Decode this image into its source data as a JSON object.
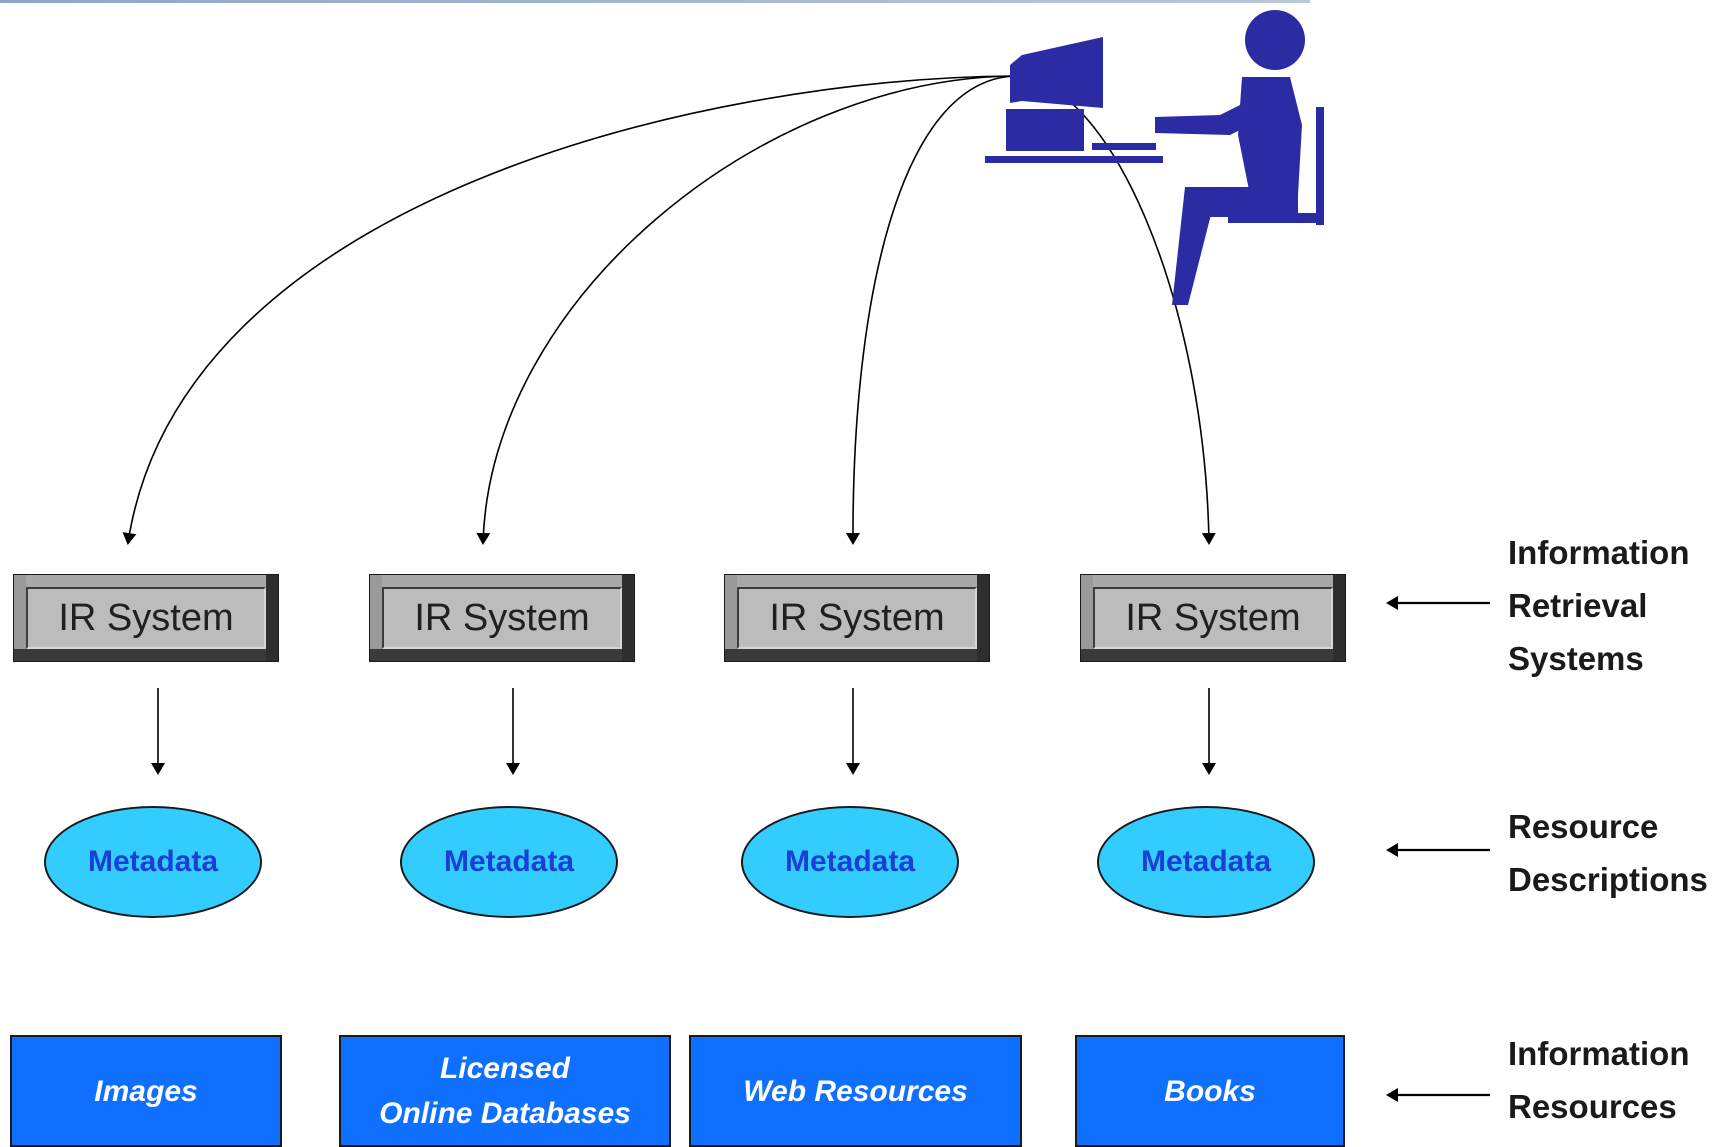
{
  "diagram": {
    "ir_systems": [
      "IR System",
      "IR System",
      "IR System",
      "IR System"
    ],
    "metadata": [
      "Metadata",
      "Metadata",
      "Metadata",
      "Metadata"
    ],
    "resources": [
      {
        "line1": "Images",
        "line2": ""
      },
      {
        "line1": "Licensed",
        "line2": "Online Databases"
      },
      {
        "line1": "Web Resources",
        "line2": ""
      },
      {
        "line1": "Books",
        "line2": ""
      }
    ],
    "side_labels": {
      "ir": [
        "Information",
        "Retrieval",
        "Systems"
      ],
      "metadata": [
        "Resource",
        "Descriptions"
      ],
      "resources": [
        "Information",
        "Resources"
      ]
    }
  },
  "colors": {
    "figure": "#2b2ba3",
    "metadata_fill": "#33ccff",
    "metadata_text": "#1a3fd6",
    "resource_fill": "#0f6fff"
  },
  "icons": [
    "computer-user-icon"
  ]
}
